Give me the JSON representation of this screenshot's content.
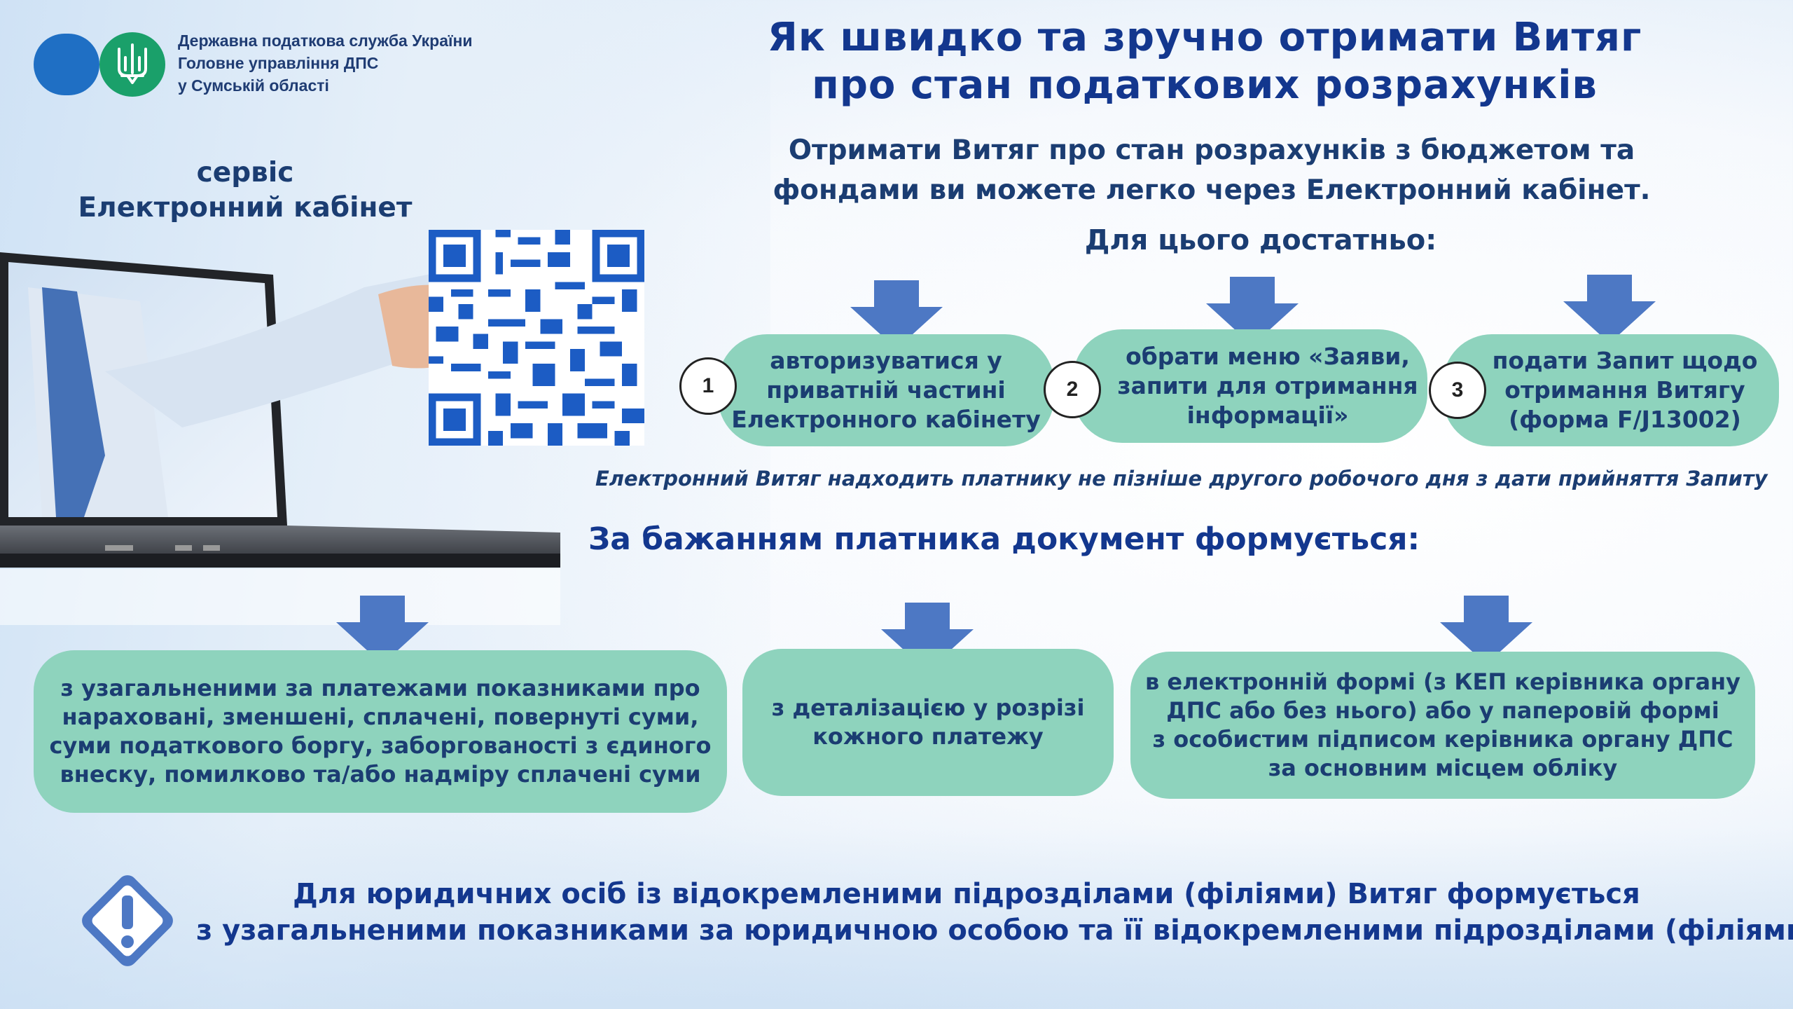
{
  "header": {
    "org_lines": [
      "Державна податкова служба України",
      "Головне управління ДПС",
      "у Сумській області"
    ],
    "title_lines": [
      "Як швидко та зручно отримати Витяг",
      "про стан податкових розрахунків"
    ]
  },
  "intro_lines": [
    "Отримати Витяг про стан розрахунків з бюджетом та",
    "фондами ви можете легко через Електронний кабінет."
  ],
  "enough_label": "Для цього достатньо:",
  "service": {
    "line1": "сервіс",
    "line2": "Електронний кабінет"
  },
  "steps": [
    {
      "number": "1",
      "lines": [
        "авторизуватися у",
        "приватній частині",
        "Електронного кабінету"
      ]
    },
    {
      "number": "2",
      "lines": [
        "обрати меню «Заяви,",
        "запити для отримання",
        "інформації»"
      ]
    },
    {
      "number": "3",
      "lines": [
        "подати Запит щодо",
        "отримання Витягу",
        "(форма F/J13002)"
      ]
    }
  ],
  "note": "Електронний Витяг надходить платнику не пізніше другого робочого дня з дати прийняття Запиту",
  "subheading": "За бажанням платника документ формується:",
  "options": [
    {
      "lines": [
        "з узагальненими за платежами показниками про",
        "нараховані, зменшені, сплачені, повернуті суми,",
        "суми податкового боргу, заборгованості з єдиного",
        "внеску, помилково та/або надміру сплачені суми"
      ]
    },
    {
      "lines": [
        "з деталізацією у розрізі",
        "кожного платежу"
      ]
    },
    {
      "lines": [
        "в електронній формі (з КЕП керівника органу",
        "ДПС або без нього) або у паперовій формі",
        "з особистим підписом керівника органу ДПС",
        "за основним місцем обліку"
      ]
    }
  ],
  "footer_lines": [
    "Для юридичних осіб із відокремленими підрозділами (філіями) Витяг формується",
    "з узагальненими показниками за юридичною особою та її відокремленими підрозділами (філіями)"
  ],
  "colors": {
    "pill": "#8ed3bd",
    "arrow": "#4d78c4",
    "title": "#13378e",
    "text": "#1b3d72"
  },
  "icons": [
    "trident-icon",
    "laptop-hand-image",
    "qr-code",
    "arrow-down-icon",
    "warning-icon"
  ]
}
